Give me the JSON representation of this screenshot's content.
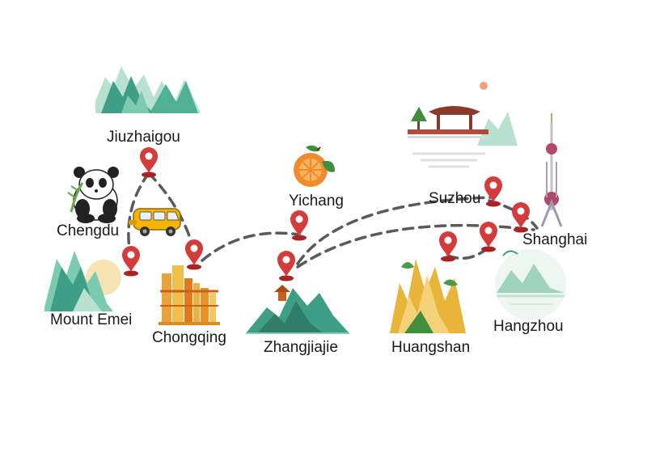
{
  "colors": {
    "route": "#5a5a5a",
    "pin": "#d63b3b",
    "pin_dark": "#a82424",
    "mountain_green": "#3f9f86",
    "mountain_light": "#b8e2cf",
    "gold": "#e8b43a",
    "orange": "#f08a2a",
    "van": "#f4b400",
    "label": "#1a1a1a"
  },
  "cities": [
    {
      "id": "jiuzhaigou",
      "name": "Jiuzhaigou",
      "icon": "green-mountains-icon"
    },
    {
      "id": "chengdu",
      "name": "Chengdu",
      "icon": "panda-icon"
    },
    {
      "id": "mount-emei",
      "name": "Mount Emei",
      "icon": "mountain-sun-icon"
    },
    {
      "id": "chongqing",
      "name": "Chongqing",
      "icon": "city-towers-icon"
    },
    {
      "id": "yichang",
      "name": "Yichang",
      "icon": "orange-fruit-icon"
    },
    {
      "id": "zhangjiajie",
      "name": "Zhangjiajie",
      "icon": "pagoda-peaks-icon"
    },
    {
      "id": "huangshan",
      "name": "Huangshan",
      "icon": "golden-peaks-icon"
    },
    {
      "id": "suzhou",
      "name": "Suzhou",
      "icon": "pavilion-garden-icon"
    },
    {
      "id": "shanghai",
      "name": "Shanghai",
      "icon": "tv-tower-icon"
    },
    {
      "id": "hangzhou",
      "name": "Hangzhou",
      "icon": "west-lake-icon"
    }
  ],
  "vehicle": {
    "icon": "van-icon"
  }
}
